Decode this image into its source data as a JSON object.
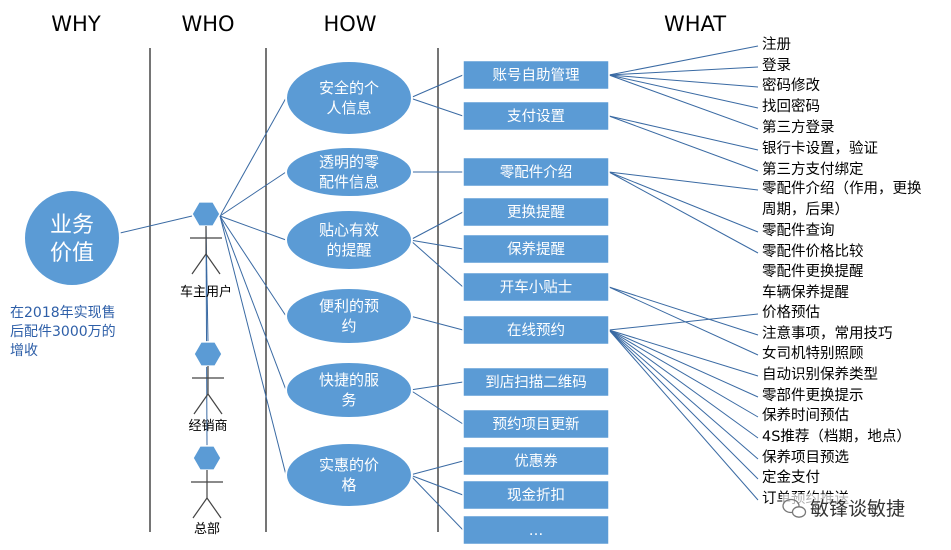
{
  "headers": [
    "WHY",
    "WHO",
    "HOW",
    "WHAT"
  ],
  "goal": {
    "lines": [
      "业务",
      "价值"
    ]
  },
  "goal_note": {
    "lines": [
      "在2018年实现售",
      "后配件3000万的",
      "增收"
    ]
  },
  "actors": [
    "车主用户",
    "经销商",
    "总部"
  ],
  "how": [
    {
      "lines": [
        "安全的个",
        "人信息"
      ]
    },
    {
      "lines": [
        "透明的零",
        "配件信息"
      ]
    },
    {
      "lines": [
        "贴心有效",
        "的提醒"
      ]
    },
    {
      "lines": [
        "便利的预",
        "约"
      ]
    },
    {
      "lines": [
        "快捷的服",
        "务"
      ]
    },
    {
      "lines": [
        "实惠的价",
        "格"
      ]
    }
  ],
  "features": [
    "账号自助管理",
    "支付设置",
    "零配件介绍",
    "更换提醒",
    "保养提醒",
    "开车小贴士",
    "在线预约",
    "到店扫描二维码",
    "预约项目更新",
    "优惠券",
    "现金折扣",
    "…"
  ],
  "what": [
    [
      "注册"
    ],
    [
      "登录"
    ],
    [
      "密码修改"
    ],
    [
      "找回密码"
    ],
    [
      "第三方登录"
    ],
    [
      "银行卡设置，验证"
    ],
    [
      "第三方支付绑定"
    ],
    [
      "零配件介绍（作用，更换",
      "周期，后果）"
    ],
    [
      "零配件查询"
    ],
    [
      "零配件价格比较"
    ],
    [
      "零配件更换提醒"
    ],
    [
      "车辆保养提醒"
    ],
    [
      "价格预估"
    ],
    [
      "注意事项，常用技巧"
    ],
    [
      "女司机特别照顾"
    ],
    [
      "自动识别保养类型"
    ],
    [
      "零部件更换提示"
    ],
    [
      "保养时间预估"
    ],
    [
      "4S推荐（档期，地点）"
    ],
    [
      "保养项目预选"
    ],
    [
      "定金支付"
    ],
    [
      "订单预约推送"
    ]
  ],
  "watermark": "敏锋谈敏捷",
  "colors": {
    "shape_fill": "#5b9bd5",
    "shape_stroke": "#ffffff",
    "connector": "#3a6aa3",
    "note_text": "#2e5fa8",
    "divider": "#2b2b2b"
  }
}
